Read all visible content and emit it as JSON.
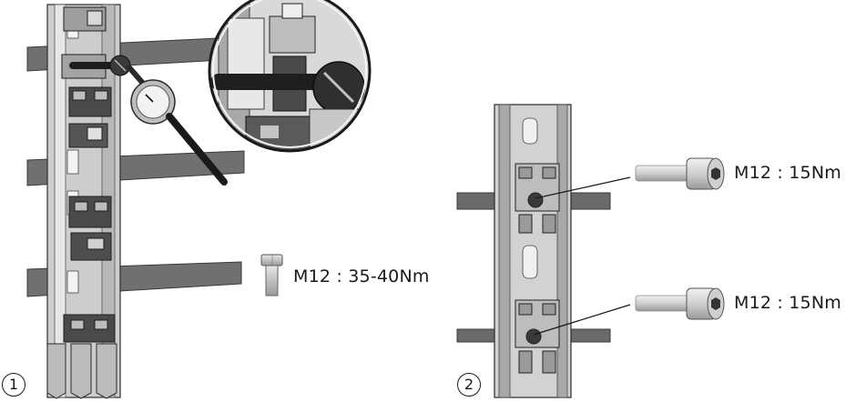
{
  "steps": [
    {
      "number": "1",
      "fastener": "hex-bolt",
      "torque_label": "M12 : 35-40Nm"
    },
    {
      "number": "2",
      "fastener": "socket-head-cap-screw",
      "torque_labels": [
        "M12 : 15Nm",
        "M12 : 15Nm"
      ]
    }
  ],
  "colors": {
    "bar": "#6e6e6e",
    "frame": "#c8c8c8",
    "frame_dark": "#3a3a3a",
    "detail": "#8a8a8a"
  }
}
